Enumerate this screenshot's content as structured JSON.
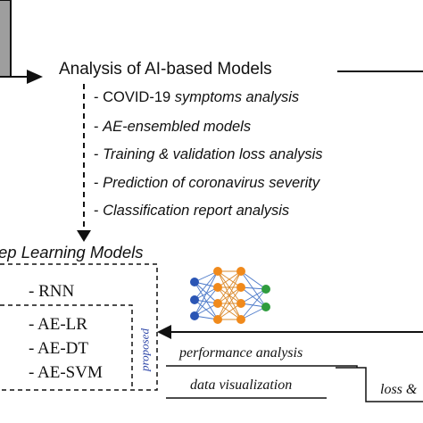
{
  "analysis_title": "Analysis of AI-based Models",
  "analysis_items": [
    {
      "prefix": "- COVID-19 ",
      "emph": "symptoms analysis"
    },
    {
      "prefix": "- ",
      "emph": "AE-ensembled models"
    },
    {
      "prefix": "- ",
      "emph": "Training & validation loss analysis"
    },
    {
      "prefix": "- ",
      "emph": "Prediction of coronavirus severity"
    },
    {
      "prefix": "- ",
      "emph": "Classification report analysis"
    }
  ],
  "dl_models_title": "ep Learning Models",
  "models": {
    "baseline": "- RNN",
    "proposed": [
      "- AE-LR",
      "- AE-DT",
      "- AE-SVM"
    ],
    "proposed_label": "proposed"
  },
  "outputs": {
    "performance": "performance analysis",
    "visualization": "data visualization",
    "loss": "loss &"
  },
  "colors": {
    "neuron_blue": "#2a55b5",
    "neuron_orange": "#f08a1c",
    "neuron_green": "#2f9c3e",
    "connection_blue": "#4a78c8",
    "connection_orange": "#d9882a",
    "proposed_label": "#2d46a8",
    "gray_block": "#9e9e9e"
  }
}
